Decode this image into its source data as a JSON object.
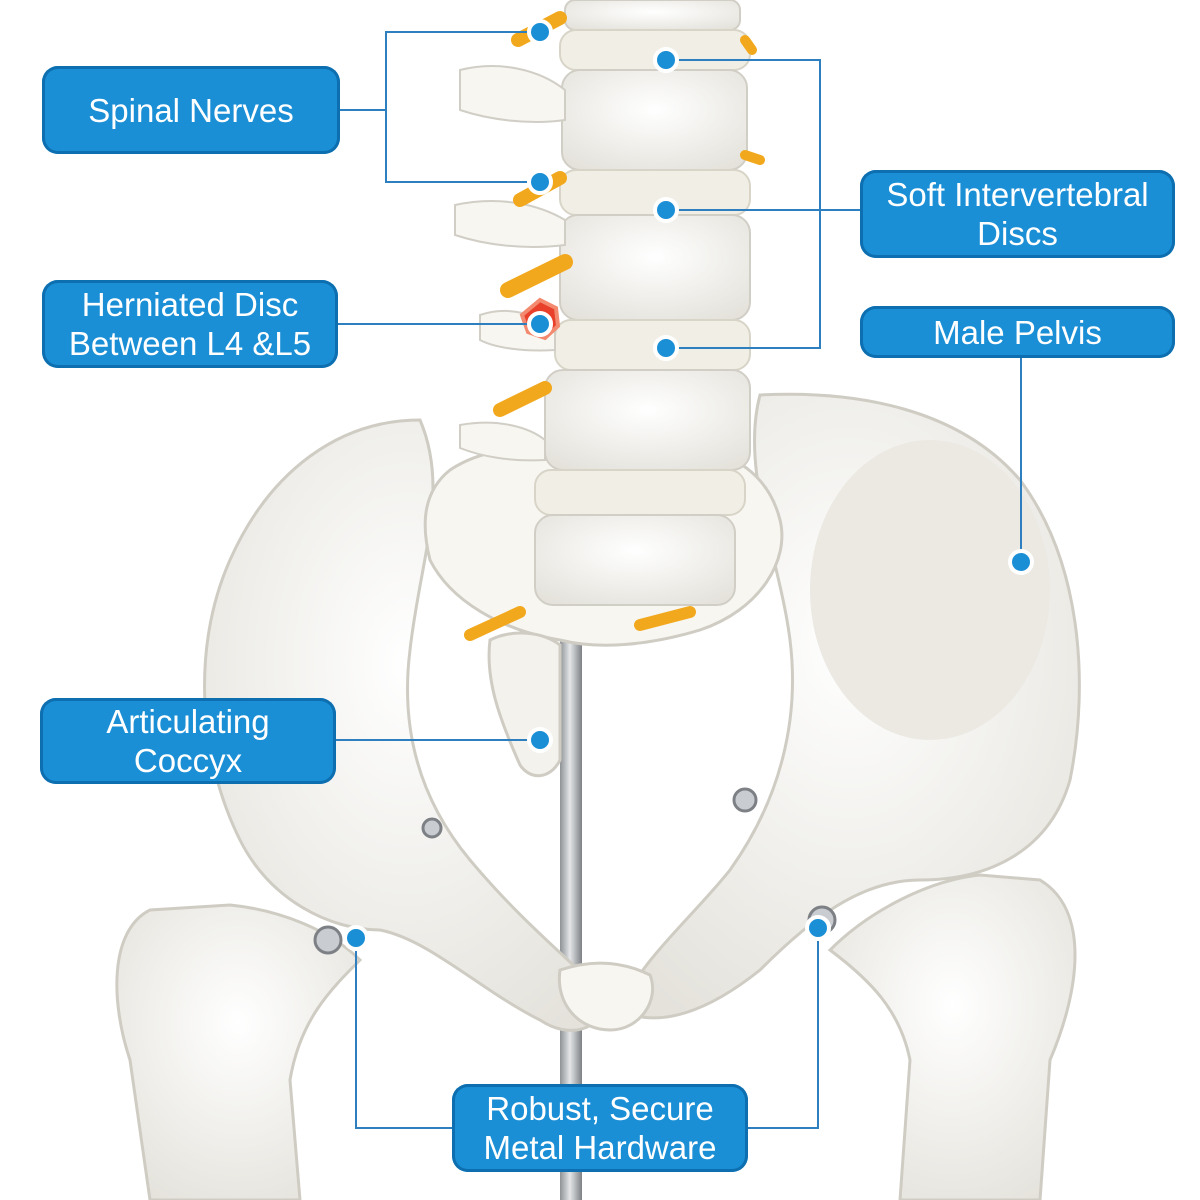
{
  "colors": {
    "label_fill": "#1a8fd6",
    "label_border": "#0e6fb0",
    "leader_line": "#2e7fbf",
    "marker": "#1a8fd6",
    "bone": "#f2f1ec",
    "nerve": "#f2a81d",
    "herniation": "#e8402a",
    "stand_rod": "#b9bcbf"
  },
  "labels": {
    "spinal_nerves": [
      "Spinal Nerves"
    ],
    "herniated_disc": [
      "Herniated Disc",
      "Between L4 &L5"
    ],
    "soft_discs": [
      "Soft Intervertebral",
      "Discs"
    ],
    "male_pelvis": [
      "Male Pelvis"
    ],
    "coccyx": [
      "Articulating",
      "Coccyx"
    ],
    "hardware": [
      "Robust, Secure",
      "Metal Hardware"
    ]
  }
}
